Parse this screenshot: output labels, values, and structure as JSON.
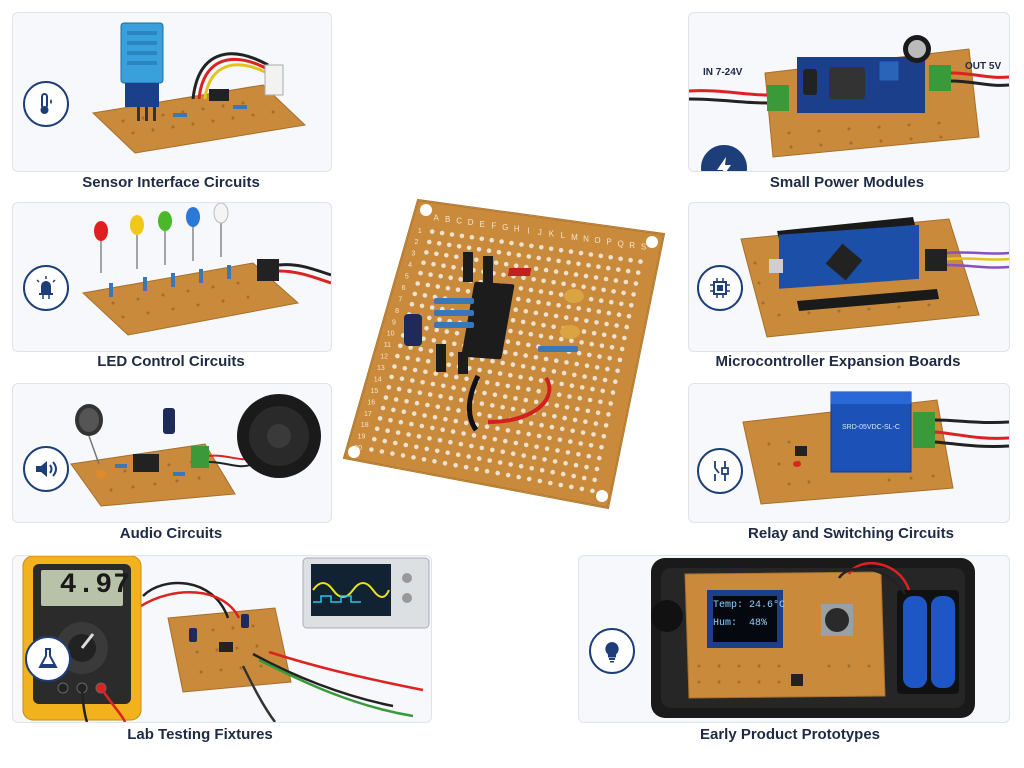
{
  "colors": {
    "board": "#c98a3c",
    "board_dark": "#a86e2a",
    "navy": "#1e3e7a",
    "caption": "#1f2a44",
    "panel_bg": "#f6f8fb"
  },
  "panels": [
    {
      "id": "sensor",
      "caption": "Sensor Interface Circuits",
      "icon": "thermometer-icon"
    },
    {
      "id": "led",
      "caption": "LED Control Circuits",
      "icon": "led-icon"
    },
    {
      "id": "audio",
      "caption": "Audio Circuits",
      "icon": "speaker-icon"
    },
    {
      "id": "lab",
      "caption": "Lab Testing Fixtures",
      "icon": "flask-icon"
    },
    {
      "id": "power",
      "caption": "Small Power Modules",
      "icon": "lightning-icon",
      "label_in": "IN 7-24V",
      "label_out": "OUT 5V"
    },
    {
      "id": "mcu",
      "caption": "Microcontroller Expansion Boards",
      "icon": "chip-icon"
    },
    {
      "id": "relay",
      "caption": "Relay and Switching Circuits",
      "icon": "switch-icon",
      "relay_text": "SRD-05VDC-SL-C"
    },
    {
      "id": "prototype",
      "caption": "Early Product Prototypes",
      "icon": "lightbulb-icon",
      "display_line1": "Temp: 24.6°C",
      "display_line2": "Hum:  48%"
    }
  ],
  "center_board": {
    "column_letters": "ABCDEFGHIJKLMNOPQRS",
    "row_numbers": [
      "1",
      "2",
      "3",
      "4",
      "5",
      "6",
      "7",
      "8",
      "9",
      "10",
      "11",
      "12",
      "13",
      "14",
      "15",
      "16",
      "17",
      "18",
      "19",
      "20"
    ]
  },
  "multimeter": {
    "reading": "4.97"
  }
}
